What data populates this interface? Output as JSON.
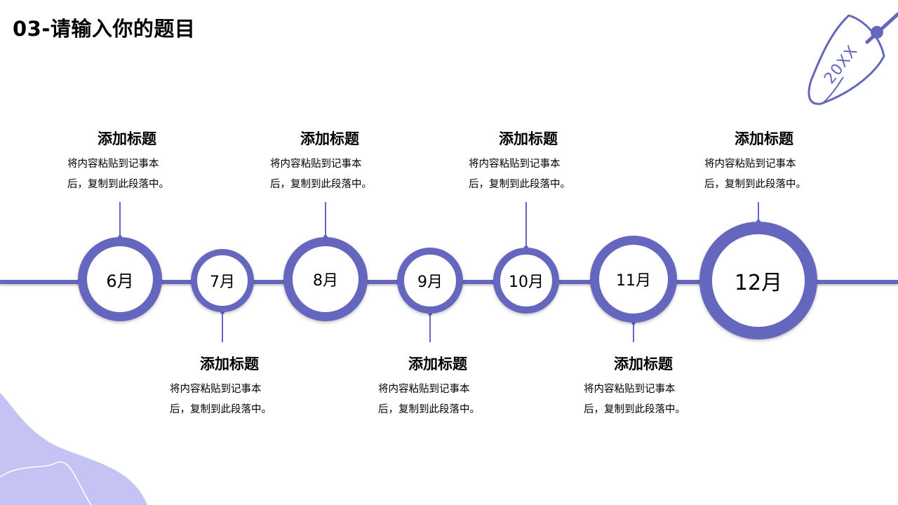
{
  "title": "03-请输入你的题目",
  "badge": "20XX",
  "colors": {
    "accent": "#6567be",
    "blob": "#c5c3f4"
  },
  "milestones": [
    {
      "month": "6月",
      "title": "添加标题",
      "line1": "将内容粘贴到记事本",
      "line2": "后，复制到此段落中。"
    },
    {
      "month": "7月",
      "title": "添加标题",
      "line1": "将内容粘贴到记事本",
      "line2": "后，复制到此段落中。"
    },
    {
      "month": "8月",
      "title": "添加标题",
      "line1": "将内容粘贴到记事本",
      "line2": "后，复制到此段落中。"
    },
    {
      "month": "9月",
      "title": "添加标题",
      "line1": "将内容粘贴到记事本",
      "line2": "后，复制到此段落中。"
    },
    {
      "month": "10月",
      "title": "添加标题",
      "line1": "将内容粘贴到记事本",
      "line2": "后，复制到此段落中。"
    },
    {
      "month": "11月",
      "title": "添加标题",
      "line1": "将内容粘贴到记事本",
      "line2": "后，复制到此段落中。"
    },
    {
      "month": "12月",
      "title": "添加标题",
      "line1": "将内容粘贴到记事本",
      "line2": "后，复制到此段落中。"
    }
  ]
}
